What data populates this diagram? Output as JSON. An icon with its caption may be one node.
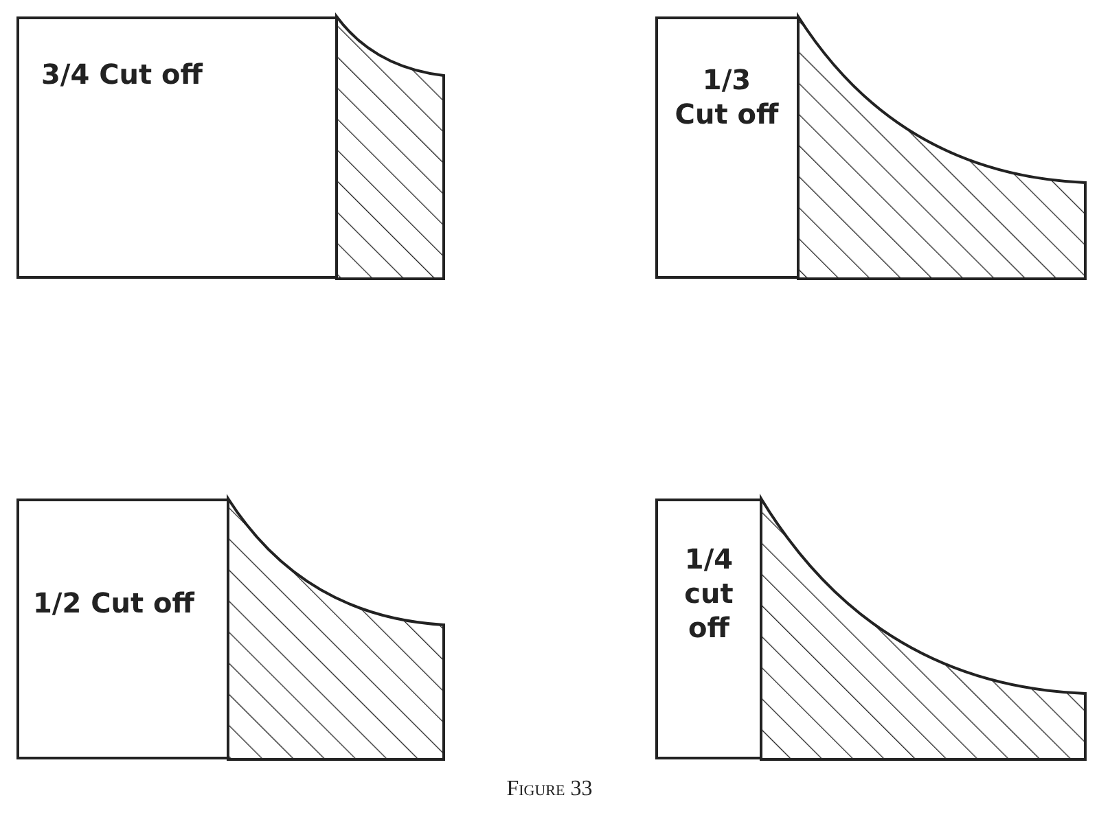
{
  "diagram": {
    "caption": "Figure 33",
    "nodes": [
      {
        "text": [
          "3/4 Cut off"
        ]
      },
      {
        "text": [],
        "shape": "box"
      },
      {
        "text": [
          "1/3 Cut off"
        ]
      },
      {
        "text": [],
        "shape": "box"
      },
      {
        "text": [
          "1/2 Cut off"
        ]
      },
      {
        "text": [],
        "shape": "box"
      },
      {
        "text": [
          "1/4 cut off"
        ]
      },
      {
        "text": [],
        "shape": "box"
      }
    ]
  }
}
